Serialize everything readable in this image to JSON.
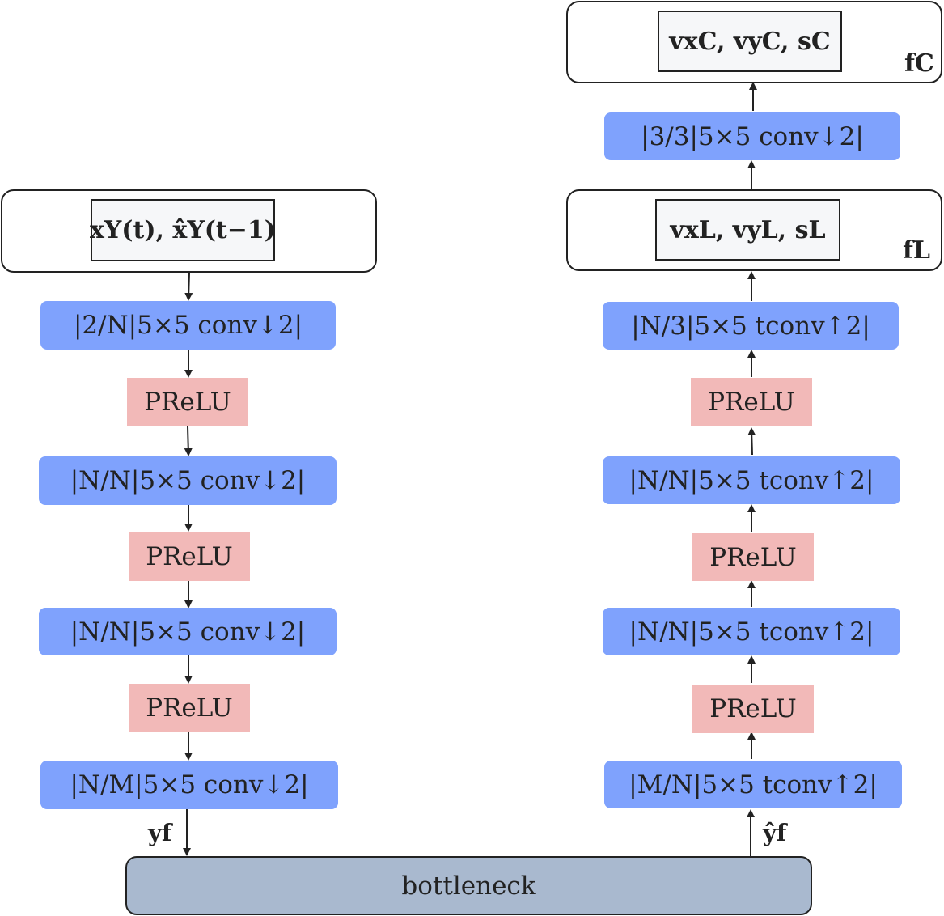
{
  "encoder": {
    "input_box": {
      "text": "xY(t), x̂Y(t−1)"
    },
    "layers": [
      {
        "kind": "conv",
        "text": "|2/N|5×5 conv↓2|"
      },
      {
        "kind": "activation",
        "text": "PReLU"
      },
      {
        "kind": "conv",
        "text": "|N/N|5×5 conv↓2|"
      },
      {
        "kind": "activation",
        "text": "PReLU"
      },
      {
        "kind": "conv",
        "text": "|N/N|5×5 conv↓2|"
      },
      {
        "kind": "activation",
        "text": "PReLU"
      },
      {
        "kind": "conv",
        "text": "|N/M|5×5 conv↓2|"
      }
    ],
    "output_label": "yf"
  },
  "bottleneck": {
    "text": "bottleneck"
  },
  "decoder": {
    "input_label": "ŷf",
    "layers": [
      {
        "kind": "tconv",
        "text": "|M/N|5×5 tconv↑2|"
      },
      {
        "kind": "activation",
        "text": "PReLU"
      },
      {
        "kind": "tconv",
        "text": "|N/N|5×5 tconv↑2|"
      },
      {
        "kind": "activation",
        "text": "PReLU"
      },
      {
        "kind": "tconv",
        "text": "|N/N|5×5 tconv↑2|"
      },
      {
        "kind": "activation",
        "text": "PReLU"
      },
      {
        "kind": "tconv",
        "text": "|N/3|5×5 tconv↑2|"
      }
    ],
    "fine_output": {
      "text": "vxL, vyL, sL",
      "corner_label": "fL"
    },
    "coarse_conv": {
      "text": "|3/3|5×5 conv↓2|"
    },
    "coarse_output": {
      "text": "vxC, vyC, sC",
      "corner_label": "fC"
    }
  },
  "colors": {
    "conv": "#7fa2fd",
    "activation": "#f2b9b8",
    "bottleneck": "#a9b9cf",
    "frame_border": "#222222",
    "inner_fill": "#f6f7f9"
  }
}
